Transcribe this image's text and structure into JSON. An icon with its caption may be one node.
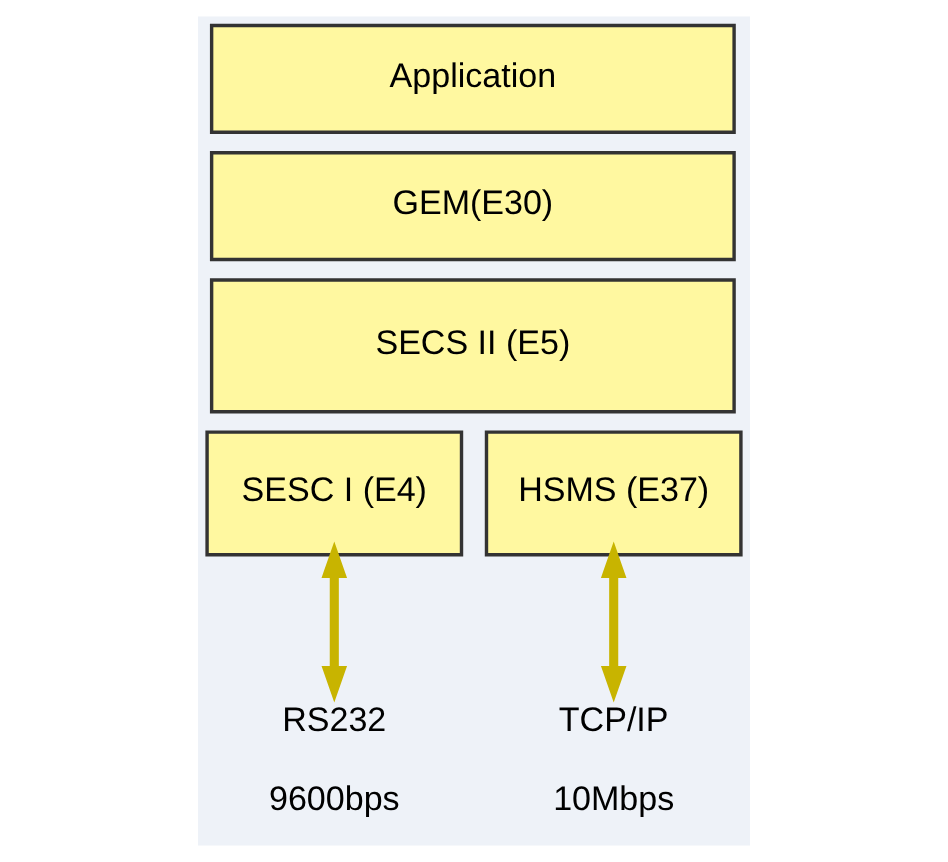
{
  "diagram": {
    "nodes": [
      {
        "text": [
          "Application"
        ]
      },
      {
        "text": [
          "GEM(E30)"
        ]
      },
      {
        "text": [
          "SECS II (E5)"
        ]
      },
      {
        "text": [
          "SESC I (E4)"
        ]
      },
      {
        "text": [
          "HSMS (E37)"
        ]
      },
      {
        "text": [
          "RS232"
        ],
        "beside": [
          "9600bps"
        ]
      },
      {
        "text": [
          "TCP/IP"
        ],
        "beside": [
          "10Mbps"
        ]
      }
    ],
    "edges": [
      {
        "from": 3,
        "to": 5,
        "arrow": "both"
      },
      {
        "from": 4,
        "to": 6,
        "arrow": "both"
      }
    ]
  }
}
